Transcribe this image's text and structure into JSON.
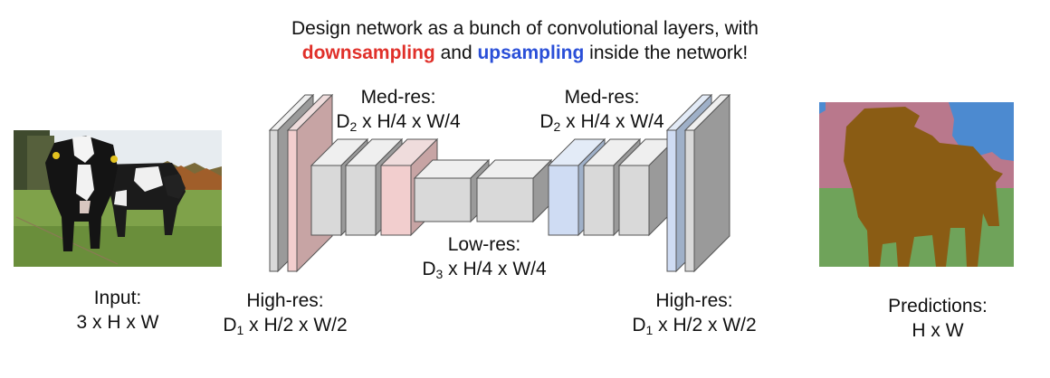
{
  "title": {
    "line1": "Design network as a bunch of convolutional layers, with",
    "downsampling": "downsampling",
    "and": " and ",
    "upsampling": "upsampling",
    "rest": " inside the network!"
  },
  "input": {
    "label": "Input:",
    "dims": "3 x H x W"
  },
  "high_res_left": {
    "label": "High-res:",
    "d": "D",
    "sub": "1",
    "dims": " x H/2 x W/2"
  },
  "med_res_left": {
    "label": "Med-res:",
    "d": "D",
    "sub": "2",
    "dims": " x H/4 x W/4"
  },
  "low_res": {
    "label": "Low-res:",
    "d": "D",
    "sub": "3",
    "dims": " x H/4 x W/4"
  },
  "med_res_right": {
    "label": "Med-res:",
    "d": "D",
    "sub": "2",
    "dims": " x H/4 x W/4"
  },
  "high_res_right": {
    "label": "High-res:",
    "d": "D",
    "sub": "1",
    "dims": " x H/2 x W/2"
  },
  "predictions": {
    "label": "Predictions:",
    "dims": "H x W"
  },
  "colors": {
    "downsampling": "#e0302a",
    "upsampling": "#2a4fd8",
    "layer_gray": "#d9d9d9",
    "layer_pink": "#f2cece",
    "layer_blue": "#cfdcf3",
    "seg_cow": "#8a5c14",
    "seg_grass": "#6fa35a",
    "seg_tree": "#b9788c",
    "seg_sky": "#4c8ad0"
  }
}
